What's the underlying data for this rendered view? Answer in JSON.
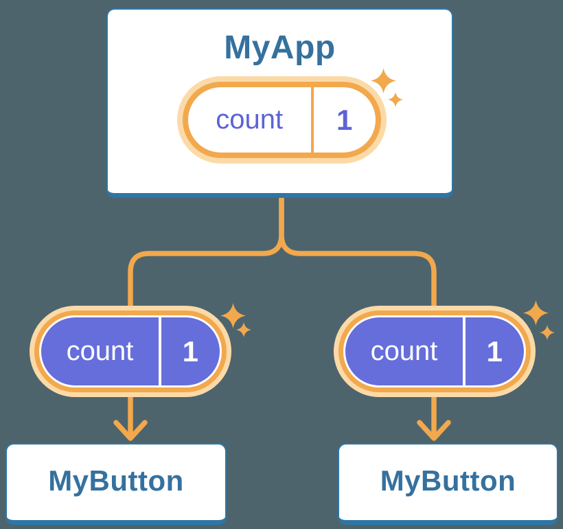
{
  "colors": {
    "background": "#4D646D",
    "card_bg": "#FFFFFF",
    "card_border": "#2E76A5",
    "title_text": "#35719E",
    "connector": "#F2A84C",
    "pill_halo": "#FBDAA8",
    "pill_purple": "#666EDB",
    "pill_text_light": "#FFFFFF",
    "pill_text_indigo": "#5D63D6"
  },
  "icons": {
    "sparkle": "four-point-star",
    "arrowhead": "down-chevron-arrow"
  },
  "diagram": {
    "root": {
      "label": "MyApp",
      "state_pill": {
        "name": "count",
        "value": "1"
      }
    },
    "edges": [
      {
        "prop_pill": {
          "name": "count",
          "value": "1"
        },
        "target": {
          "label": "MyButton"
        }
      },
      {
        "prop_pill": {
          "name": "count",
          "value": "1"
        },
        "target": {
          "label": "MyButton"
        }
      }
    ]
  }
}
